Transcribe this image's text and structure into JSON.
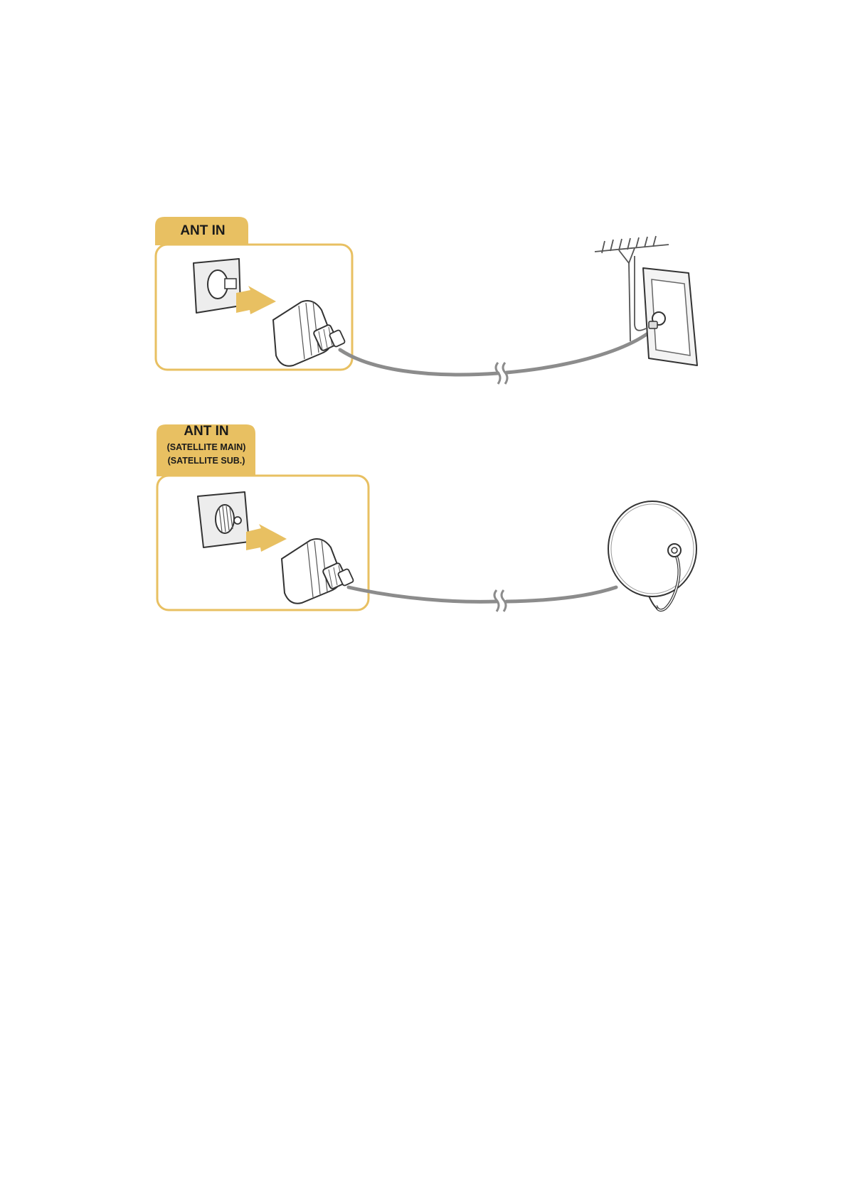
{
  "diagram": {
    "terrestrial": {
      "port_label": "ANT IN"
    },
    "satellite": {
      "port_label": "ANT IN",
      "port_sublabel_main": "(SATELLITE MAIN)",
      "port_sublabel_sub": "(SATELLITE SUB.)"
    }
  },
  "colors": {
    "accent": "#e8c062",
    "cable": "#8c8c8c",
    "outline": "#333333"
  }
}
